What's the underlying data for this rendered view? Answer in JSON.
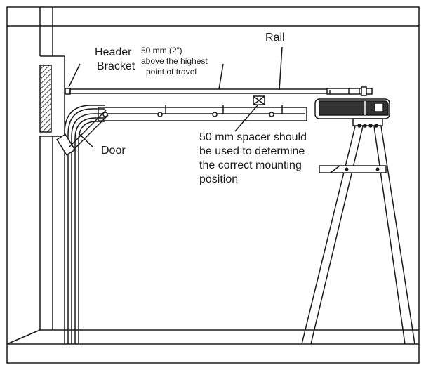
{
  "labels": {
    "header_bracket_line1": "Header",
    "header_bracket_line2": "Bracket",
    "clearance_line1": "50 mm (2”)",
    "clearance_line2": "above the highest",
    "clearance_line3": "point of travel",
    "rail": "Rail",
    "door": "Door",
    "spacer_line1": "50 mm spacer should",
    "spacer_line2": "be used to determine",
    "spacer_line3": "the correct mounting",
    "spacer_line4": "position"
  },
  "colors": {
    "ink": "#1a1a1a",
    "background": "#ffffff",
    "opener_body": "#333333"
  }
}
